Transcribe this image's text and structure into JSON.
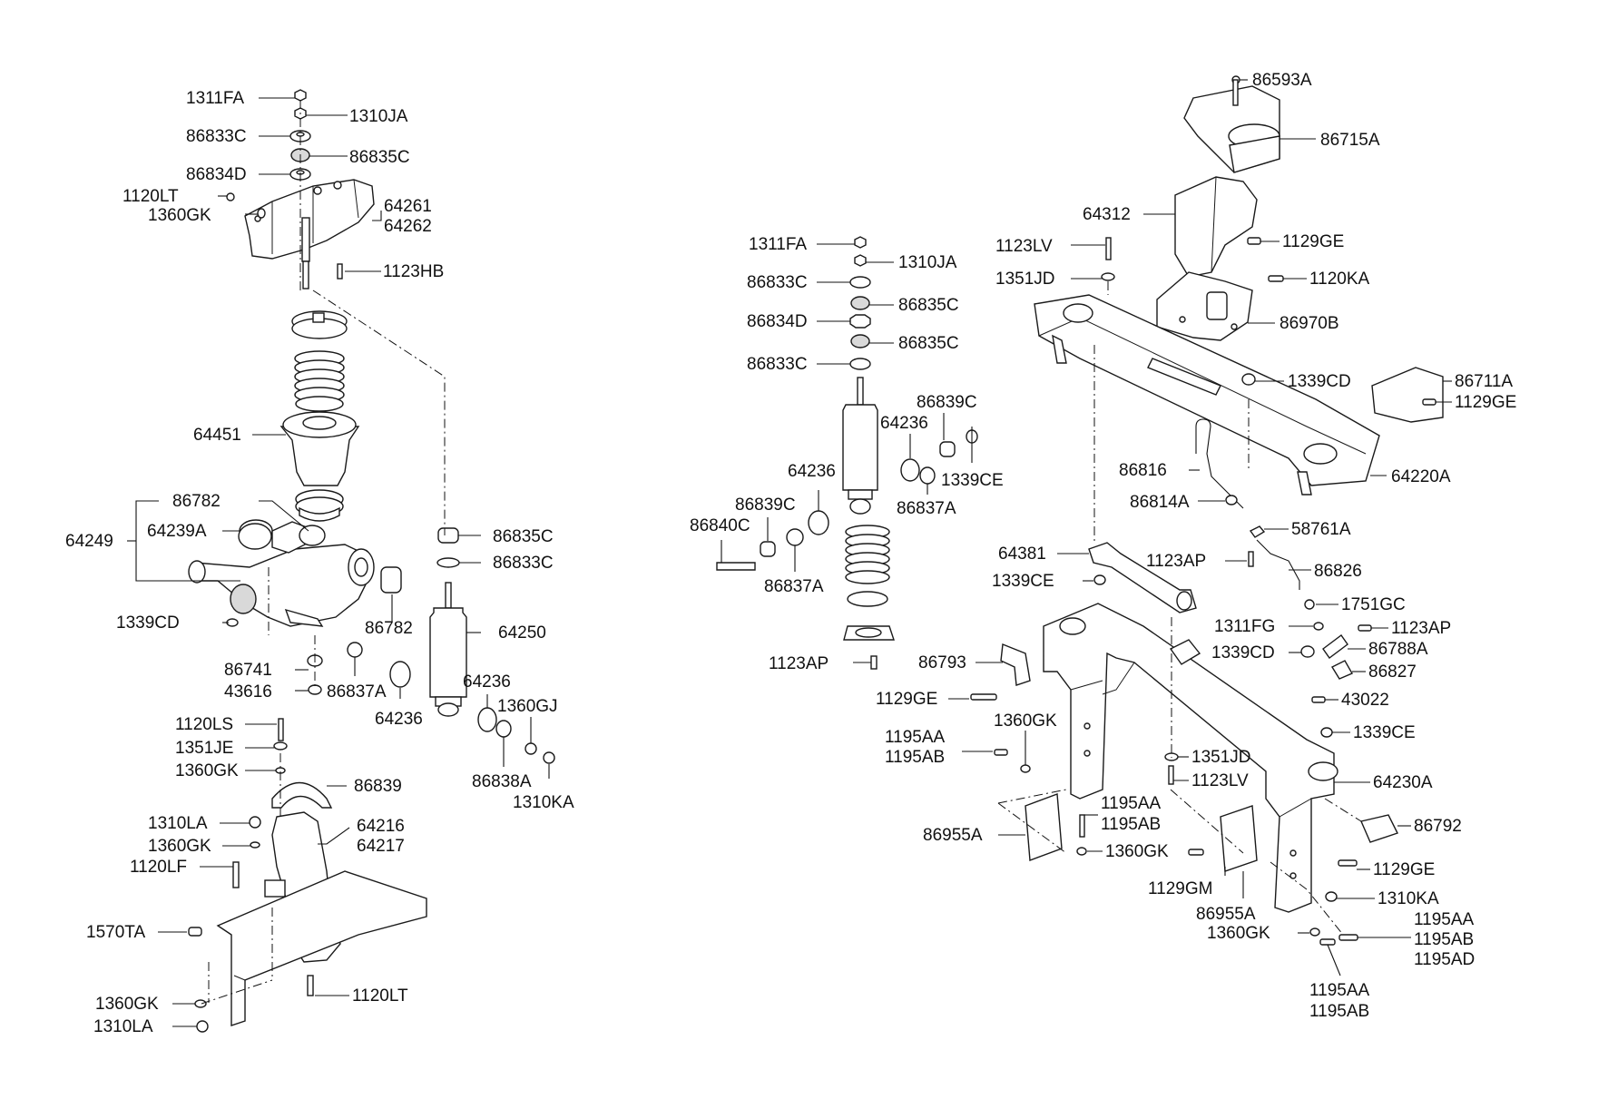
{
  "diagram": {
    "labels": {
      "l1311FA_a": "1311FA",
      "l1310JA_a": "1310JA",
      "l86833C_a": "86833C",
      "l86835C_a": "86835C",
      "l86834D_a": "86834D",
      "l1120LT_a": "1120LT",
      "l1360GK_a": "1360GK",
      "l64261": "64261",
      "l64262": "64262",
      "l1123HB": "1123HB",
      "l64451": "64451",
      "l86782_a": "86782",
      "l64239A": "64239A",
      "l64249": "64249",
      "l1339CD_a": "1339CD",
      "l86782_b": "86782",
      "l86835C_b": "86835C",
      "l86833C_b": "86833C",
      "l64250": "64250",
      "l86741": "86741",
      "l43616": "43616",
      "l86837A_a": "86837A",
      "l64236_a": "64236",
      "l64236_b": "64236",
      "l1360GJ": "1360GJ",
      "l86838A": "86838A",
      "l1310KA_a": "1310KA",
      "l1120LS": "1120LS",
      "l1351JE": "1351JE",
      "l1360GK_b": "1360GK",
      "l86839": "86839",
      "l1310LA_a": "1310LA",
      "l1360GK_c": "1360GK",
      "l64216": "64216",
      "l64217": "64217",
      "l1120LF": "1120LF",
      "l1570TA": "1570TA",
      "l1360GK_d": "1360GK",
      "l1120LT_b": "1120LT",
      "l1310LA_b": "1310LA",
      "l1311FA_b": "1311FA",
      "l1310JA_b": "1310JA",
      "l86833C_c": "86833C",
      "l86835C_c": "86835C",
      "l86834D_b": "86834D",
      "l86835C_d": "86835C",
      "l86833C_d": "86833C",
      "l86839C_a": "86839C",
      "l64236_c": "64236",
      "l1339CE_a": "1339CE",
      "l64236_d": "64236",
      "l86837A_b": "86837A",
      "l86839C_b": "86839C",
      "l86840C": "86840C",
      "l86837A_c": "86837A",
      "l1123AP_a": "1123AP",
      "l86593A": "86593A",
      "l86715A": "86715A",
      "l64312": "64312",
      "l1129GE_a": "1129GE",
      "l1123LV_a": "1123LV",
      "l1351JD_a": "1351JD",
      "l1120KA": "1120KA",
      "l86970B": "86970B",
      "l1339CD_b": "1339CD",
      "l86711A": "86711A",
      "l1129GE_b": "1129GE",
      "l86816": "86816",
      "l64220A": "64220A",
      "l86814A": "86814A",
      "l58761A": "58761A",
      "l64381": "64381",
      "l1123AP_b": "1123AP",
      "l86826": "86826",
      "l1339CE_b": "1339CE",
      "l1751GC": "1751GC",
      "l1311FG": "1311FG",
      "l1123AP_c": "1123AP",
      "l1339CD_c": "1339CD",
      "l86788A": "86788A",
      "l86793": "86793",
      "l86827": "86827",
      "l1129GE_c": "1129GE",
      "l43022": "43022",
      "l1360GK_e": "1360GK",
      "l1339CE_c": "1339CE",
      "l1195AA_a": "1195AA",
      "l1195AB_a": "1195AB",
      "l1351JD_b": "1351JD",
      "l1123LV_b": "1123LV",
      "l64230A": "64230A",
      "l1195AA_b": "1195AA",
      "l1195AB_b": "1195AB",
      "l86955A_a": "86955A",
      "l86792": "86792",
      "l1360GK_f": "1360GK",
      "l1129GE_d": "1129GE",
      "l1129GM": "1129GM",
      "l1310KA_b": "1310KA",
      "l86955A_b": "86955A",
      "l1195AA_c": "1195AA",
      "l1360GK_g": "1360GK",
      "l1195AB_c": "1195AB",
      "l1195AD": "1195AD",
      "l1195AA_d": "1195AA",
      "l1195AB_d": "1195AB"
    }
  }
}
